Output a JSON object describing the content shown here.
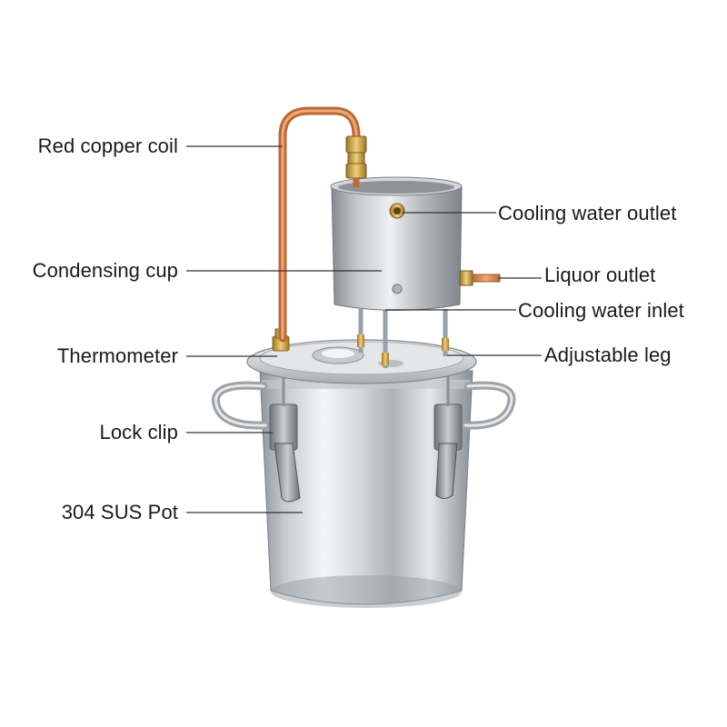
{
  "labels": {
    "red_copper_coil": "Red copper coil",
    "condensing_cup": "Condensing cup",
    "thermometer": "Thermometer",
    "lock_clip": "Lock clip",
    "pot": "304 SUS Pot",
    "cooling_water_outlet": "Cooling water outlet",
    "liquor_outlet": "Liquor outlet",
    "cooling_water_inlet": "Cooling water inlet",
    "adjustable_leg": "Adjustable leg"
  },
  "colors": {
    "steel_light": "#eceef0",
    "steel_mid": "#b9bec3",
    "steel_dark": "#7c8288",
    "copper": "#d98a55",
    "brass": "#c9a04a",
    "leader_line": "#333333"
  }
}
